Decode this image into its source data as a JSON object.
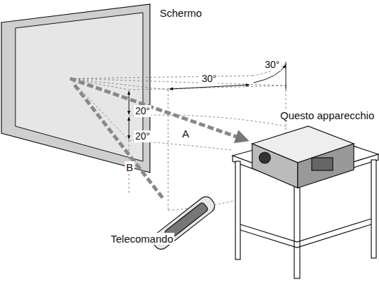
{
  "diagram": {
    "labels": [
      "Schermo",
      "30°",
      "30°",
      "Questo apparecchio",
      "20°",
      "20°",
      "A",
      "B",
      "Telecomando"
    ]
  }
}
